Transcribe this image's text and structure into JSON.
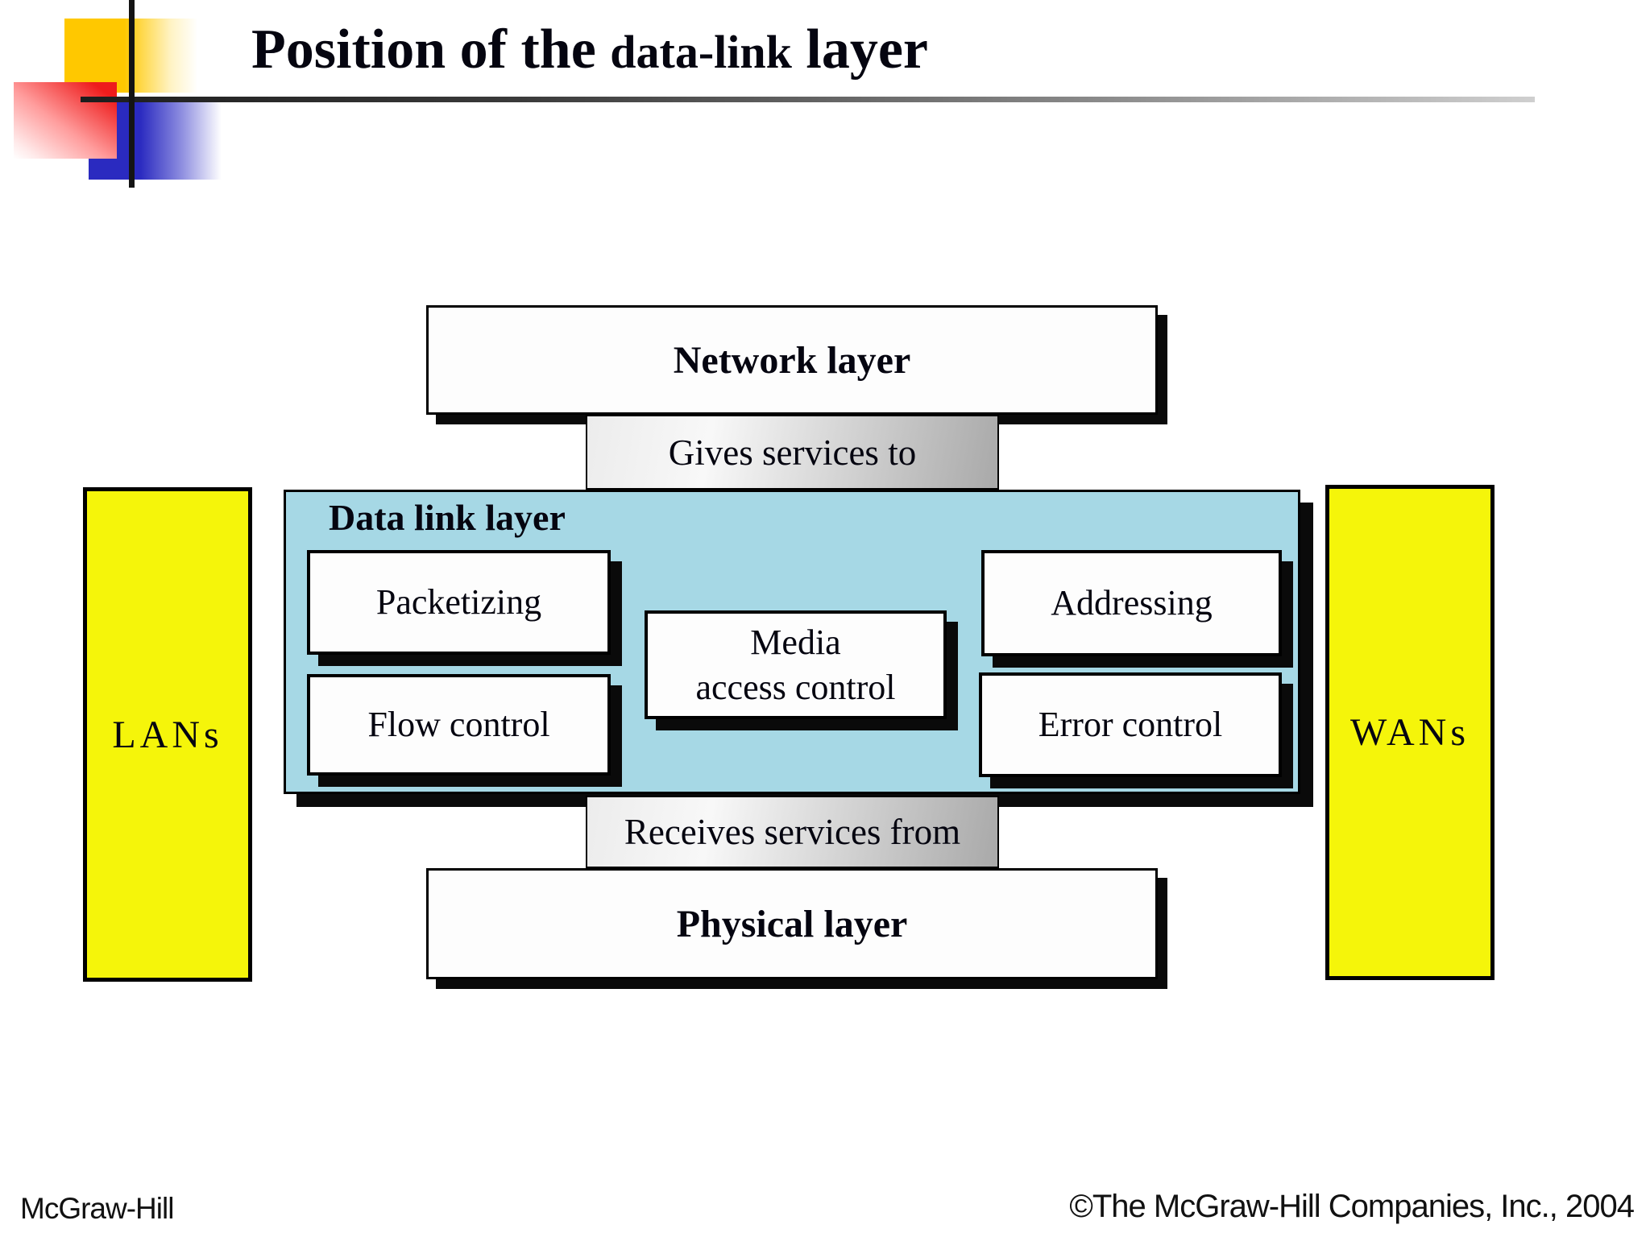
{
  "slide": {
    "title": {
      "part1": "Position of the ",
      "part2": "data-link",
      "part3": " layer"
    },
    "footer": {
      "left": "McGraw-Hill",
      "right": "©The McGraw-Hill Companies, Inc., 2004"
    }
  },
  "diagram": {
    "network_layer": {
      "label": "Network layer"
    },
    "gives_band": {
      "label": "Gives services to"
    },
    "data_link": {
      "label": "Data link layer"
    },
    "packetizing": {
      "label": "Packetizing"
    },
    "flow_control": {
      "label": "Flow control"
    },
    "media_access": {
      "line1": "Media",
      "line2": "access control"
    },
    "addressing": {
      "label": "Addressing"
    },
    "error_control": {
      "label": "Error control"
    },
    "receives_band": {
      "label": "Receives services from"
    },
    "physical_layer": {
      "label": "Physical layer"
    },
    "lans": {
      "label": "LANs"
    },
    "wans": {
      "label": "WANs"
    }
  },
  "colors": {
    "data_link_fill": "#a6d8e5",
    "side_fill": "#f5f50a",
    "box_fill": "#fdfdfd",
    "shadow_color": "#0a0a0a",
    "band_light": "#ececec",
    "band_dark": "#a9a9a9",
    "accent_yellow": "#ffc800",
    "accent_red": "#ee1c1c",
    "accent_blue": "#2a2ac0"
  }
}
